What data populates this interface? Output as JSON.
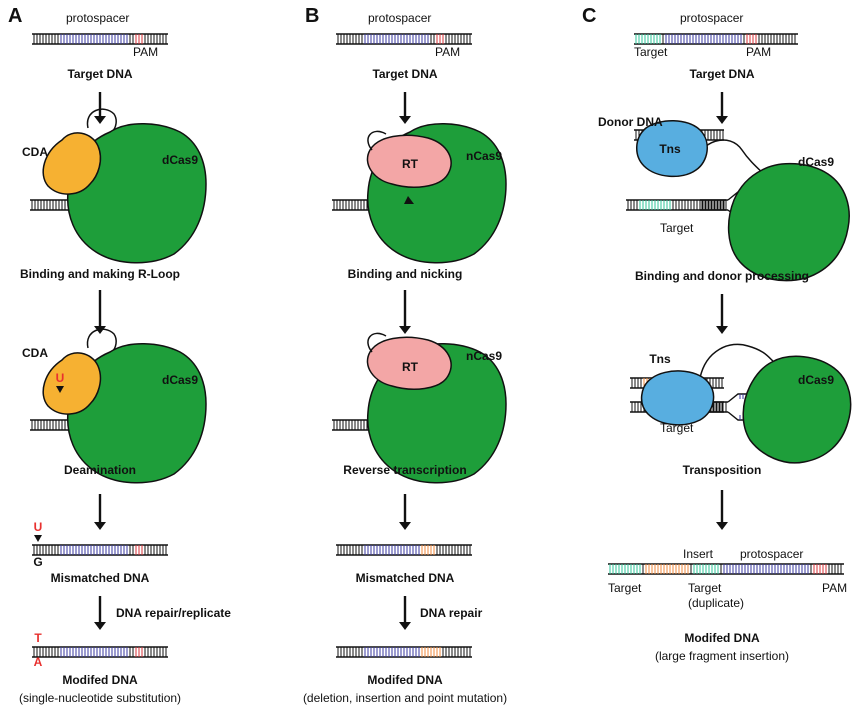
{
  "panels": {
    "a": {
      "letter": "A",
      "protospacer": "protospacer",
      "pam": "PAM",
      "target_dna": "Target DNA",
      "enzyme": "CDA",
      "cas": "dCas9",
      "step1": "Binding and making R-Loop",
      "step2": "Deamination",
      "u": "U",
      "g": "G",
      "mismatched": "Mismatched DNA",
      "repair": "DNA repair/replicate",
      "t": "T",
      "a": "A",
      "modified": "Modifed DNA",
      "modified_sub": "(single-nucleotide substitution)"
    },
    "b": {
      "letter": "B",
      "protospacer": "protospacer",
      "pam": "PAM",
      "target_dna": "Target DNA",
      "enzyme": "RT",
      "cas": "nCas9",
      "step1": "Binding and nicking",
      "step2": "Reverse transcription",
      "mismatched": "Mismatched DNA",
      "repair": "DNA repair",
      "modified": "Modifed DNA",
      "modified_sub": "(deletion, insertion and point mutation)"
    },
    "c": {
      "letter": "C",
      "protospacer": "protospacer",
      "target": "Target",
      "pam": "PAM",
      "target_dna": "Target DNA",
      "donor": "Donor DNA",
      "enzyme": "Tns",
      "cas": "dCas9",
      "step1": "Binding and donor processing",
      "step2": "Transposition",
      "insert": "Insert",
      "duplicate": "(duplicate)",
      "modified": "Modifed DNA",
      "modified_sub": "(large fragment insertion)"
    }
  },
  "colors": {
    "cas9": "#1e9e3a",
    "cda": "#f6b132",
    "rt": "#f3a6a6",
    "tns": "#58aee0",
    "pam": "#d9333a",
    "protospacer": "#3a3aa0",
    "target": "#2fc49a",
    "insert": "#f08a3c"
  }
}
